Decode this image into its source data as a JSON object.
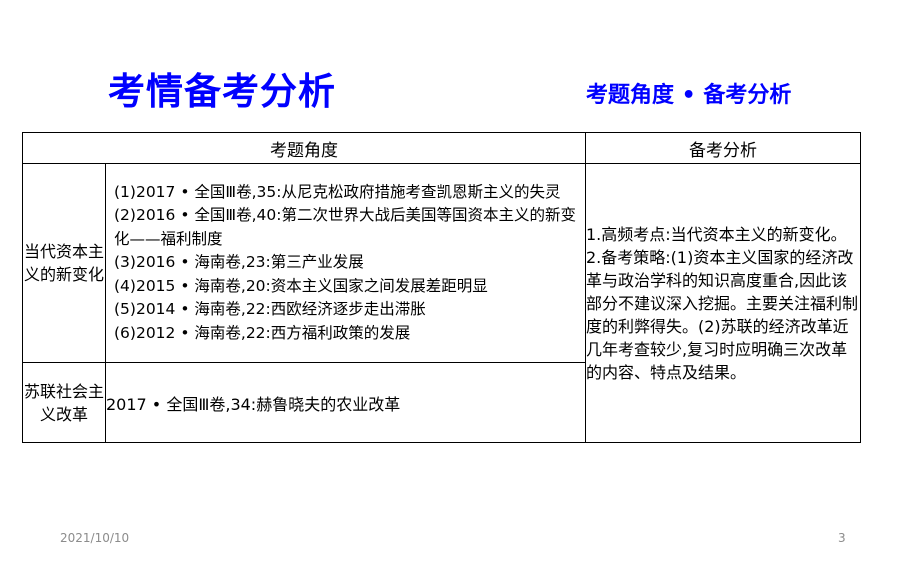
{
  "header": {
    "title": "考情备考分析",
    "subtitle": "考题角度 • 备考分析"
  },
  "table": {
    "col_topic": "考题角度",
    "col_analysis": "备考分析",
    "row1_label": "当代资本主义的新变化",
    "row1_items": [
      "(1)2017 • 全国Ⅲ卷,35:从尼克松政府措施考查凯恩斯主义的失灵",
      "(2)2016 • 全国Ⅲ卷,40:第二次世界大战后美国等国资本主义的新变化——福利制度",
      "(3)2016 • 海南卷,23:第三产业发展",
      "(4)2015 • 海南卷,20:资本主义国家之间发展差距明显",
      "(5)2014 • 海南卷,22:西欧经济逐步走出滞胀",
      "(6)2012 • 海南卷,22:西方福利政策的发展"
    ],
    "row2_label": "苏联社会主义改革",
    "row2_item": "2017 • 全国Ⅲ卷,34:赫鲁晓夫的农业改革",
    "analysis_p1": "1.高频考点:当代资本主义的新变化。",
    "analysis_p2": "2.备考策略:(1)资本主义国家的经济改革与政治学科的知识高度重合,因此该部分不建议深入挖掘。主要关注福利制度的利弊得失。(2)苏联的经济改革近几年考查较少,复习时应明确三次改革的内容、特点及结果。"
  },
  "footer": {
    "date": "2021/10/10",
    "page": "3"
  }
}
